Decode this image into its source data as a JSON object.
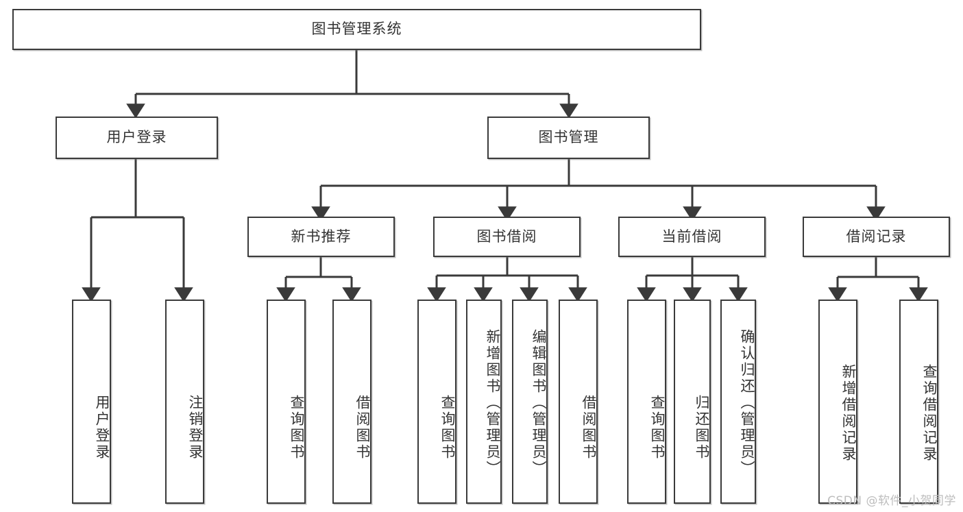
{
  "diagram": {
    "title_node": {
      "label": "图书管理系统"
    },
    "level2": [
      {
        "id": "user-login",
        "label": "用户登录"
      },
      {
        "id": "book-manage",
        "label": "图书管理"
      }
    ],
    "level3": [
      {
        "id": "new-book-recommend",
        "label": "新书推荐"
      },
      {
        "id": "book-borrow",
        "label": "图书借阅"
      },
      {
        "id": "current-borrow",
        "label": "当前借阅"
      },
      {
        "id": "borrow-record",
        "label": "借阅记录"
      }
    ],
    "leaves": [
      {
        "id": "leaf-user-login",
        "label": "用户登录"
      },
      {
        "id": "leaf-logout-login",
        "label": "注销登录"
      },
      {
        "id": "leaf-query-book-1",
        "label": "查询图书"
      },
      {
        "id": "leaf-borrow-book-1",
        "label": "借阅图书"
      },
      {
        "id": "leaf-query-book-2",
        "label": "查询图书"
      },
      {
        "id": "leaf-add-book-admin",
        "label": "新增图书（管理员）"
      },
      {
        "id": "leaf-edit-book-admin",
        "label": "编辑图书（管理员）"
      },
      {
        "id": "leaf-borrow-book-2",
        "label": "借阅图书"
      },
      {
        "id": "leaf-query-book-3",
        "label": "查询图书"
      },
      {
        "id": "leaf-return-book",
        "label": "归还图书"
      },
      {
        "id": "leaf-confirm-return-admin",
        "label": "确认归还（管理员）"
      },
      {
        "id": "leaf-add-borrow-record",
        "label": "新增借阅记录"
      },
      {
        "id": "leaf-query-borrow-record",
        "label": "查询借阅记录"
      }
    ],
    "watermark": "CSDN @软件_小贺同学",
    "colors": {
      "stroke": "#3a3a3a",
      "text": "#333333",
      "background": "#ffffff",
      "watermark": "#bdbdbd"
    }
  }
}
